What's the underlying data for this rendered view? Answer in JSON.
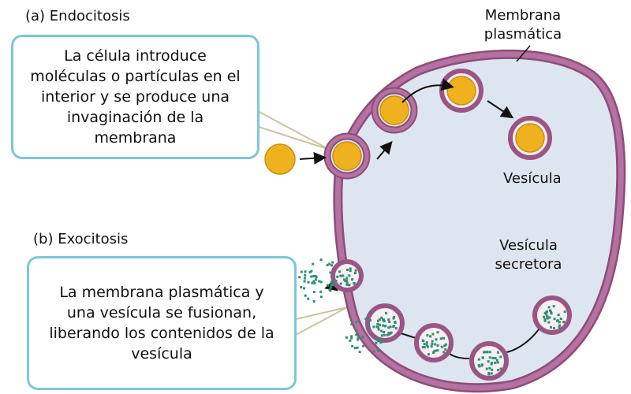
{
  "endocytosis": {
    "title": "(a) Endocitosis",
    "description": "La célula introduce moléculas o partículas en el interior y se produce una invaginación de la membrana"
  },
  "exocytosis": {
    "title": "(b) Exocitosis",
    "description": "La membrana plasmática y una vesícula se fusionan, liberando los contenidos de la vesícula"
  },
  "labels": {
    "membrane_line1": "Membrana",
    "membrane_line2": "plasmática",
    "vesicle": "Vesícula",
    "secretory_line1": "Vesícula",
    "secretory_line2": "secretora"
  },
  "colors": {
    "membrane": "#a8628f",
    "cytoplasm": "#dde5f0",
    "particle": "#efb21e",
    "secretion": "#2f8f74",
    "box_border": "#7cc6db"
  }
}
